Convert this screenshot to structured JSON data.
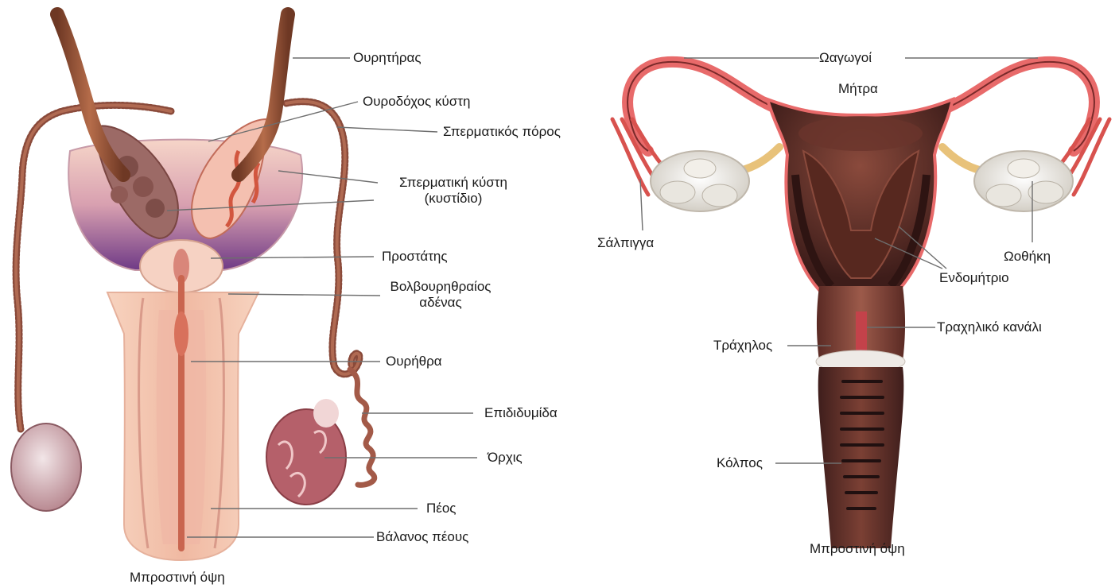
{
  "male": {
    "labels": {
      "ureter": "Ουρητήρας",
      "bladder": "Ουροδόχος κύστη",
      "vas_deferens": "Σπερματικός πόρος",
      "seminal_vesicle_line1": "Σπερματική κύστη",
      "seminal_vesicle_line2": "(κυστίδιο)",
      "prostate": "Προστάτης",
      "bulbourethral_line1": "Βολβουρηθραίος",
      "bulbourethral_line2": "αδένας",
      "urethra": "Ουρήθρα",
      "epididymis": "Επιδιδυμίδα",
      "testis": "Όρχις",
      "penis": "Πέος",
      "glans": "Βάλανος πέους"
    },
    "caption": "Μπροστινή όψη"
  },
  "female": {
    "labels": {
      "fallopian_tubes": "Ωαγωγοί",
      "uterus": "Μήτρα",
      "fimbria": "Σάλπιγγα",
      "ovary": "Ωοθήκη",
      "endometrium": "Ενδομήτριο",
      "cervical_canal": "Τραχηλικό κανάλι",
      "cervix": "Τράχηλος",
      "vagina": "Κόλπος"
    },
    "caption": "Μπροστινή όψη"
  },
  "colors": {
    "skin": "#f3c5ad",
    "bladder_purple": "#7a3f8a",
    "duct_brown": "#8a4a3a",
    "uterus_dark": "#4a2420",
    "uterus_mid": "#6a352c",
    "pink_edge": "#e86a6a",
    "ligament_yellow": "#e8c27a",
    "leader_line": "#6e6e6e"
  }
}
